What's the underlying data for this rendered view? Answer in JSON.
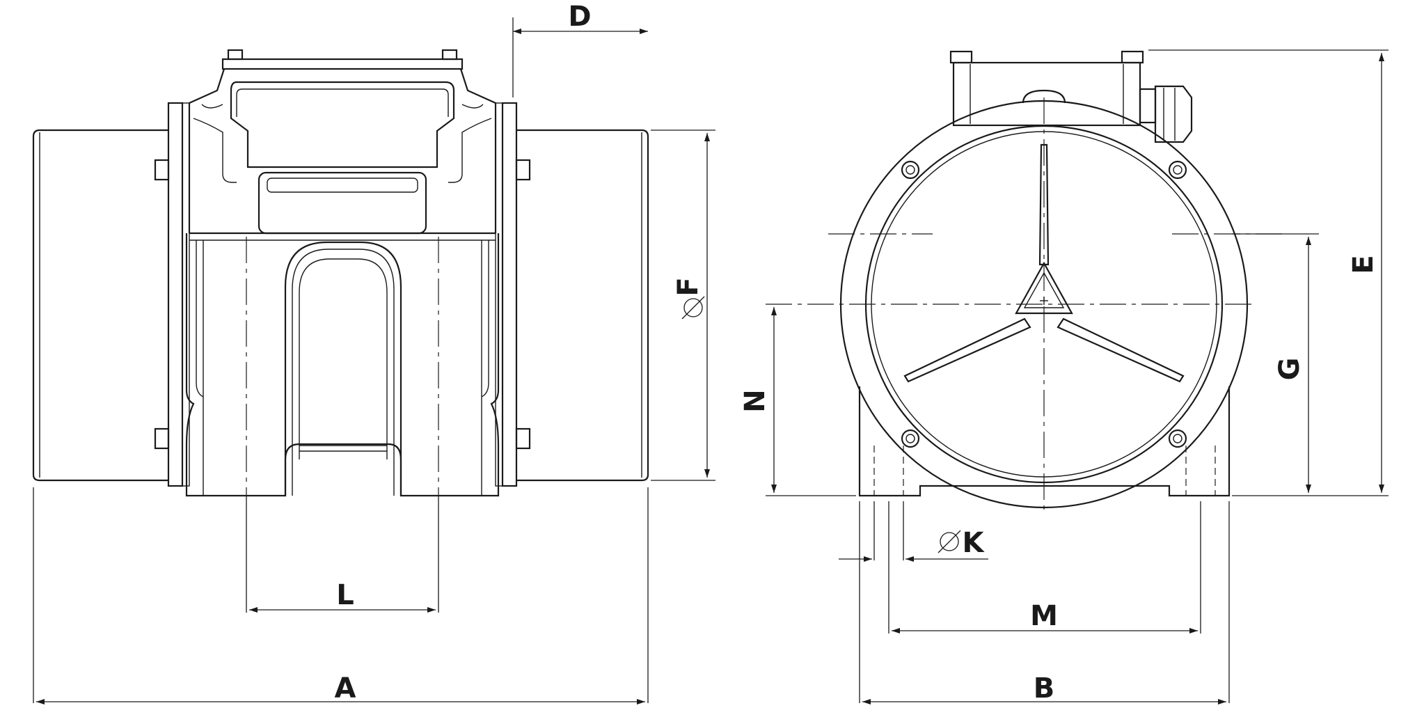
{
  "drawing": {
    "dimensions": {
      "A": "A",
      "B": "B",
      "D": "D",
      "E": "E",
      "F": "F",
      "G": "G",
      "K": "K",
      "L": "L",
      "M": "M",
      "N": "N"
    }
  },
  "colors": {
    "line": "#1a1a1a",
    "background": "#ffffff"
  },
  "icons": {
    "diameter": "diameter-symbol"
  }
}
